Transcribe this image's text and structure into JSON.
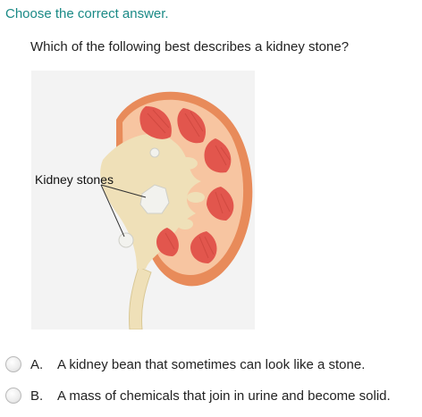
{
  "instruction": "Choose the correct answer.",
  "question": "Which of the following best describes a kidney stone?",
  "figure": {
    "callout_label": "Kidney stones",
    "colors": {
      "background": "#f3f3f3",
      "capsule": "#e88b5a",
      "cortex": "#f7c5a1",
      "medulla": "#e2564d",
      "pelvis": "#efe0b8",
      "stone": "#f2f2ee"
    }
  },
  "options": [
    {
      "letter": "A.",
      "text": "A kidney bean that sometimes can look like a stone."
    },
    {
      "letter": "B.",
      "text": "A mass of chemicals that join in urine and become solid."
    }
  ]
}
